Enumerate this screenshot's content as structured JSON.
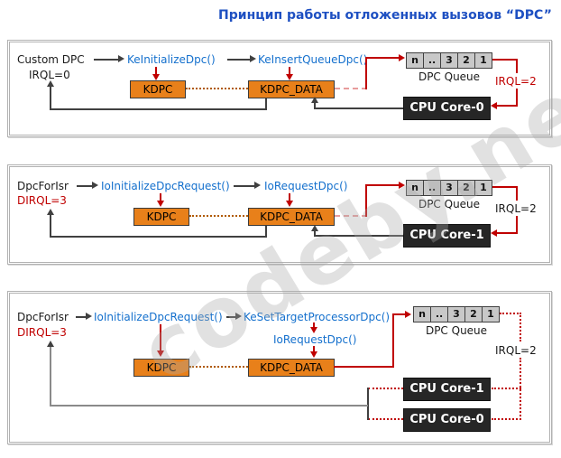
{
  "title": "Принцип работы отложенных вызовов “DPC”",
  "watermark": "codeby.net",
  "queue": {
    "cells": [
      "n",
      "..",
      "3",
      "2",
      "1"
    ],
    "label": "DPC Queue"
  },
  "colors": {
    "title_blue": "#1e50c2",
    "api_blue": "#1470cd",
    "red": "#c00000",
    "orange_box": "#e8801a",
    "dark_line": "#404040",
    "cpu_black": "#262626",
    "queue_cell_gray": "#c8c8c8"
  },
  "panels": [
    {
      "trigger": "Custom DPC",
      "irql": "IRQL=0",
      "call1": "KeInitializeDpc()",
      "call2": "KeInsertQueueDpc()",
      "kdpc": "KDPC",
      "kdpc_data": "KDPC_DATA",
      "queue_irql": "IRQL=2",
      "cpu1": "CPU Core-0"
    },
    {
      "trigger": "DpcForIsr",
      "irql": "DIRQL=3",
      "call1": "IoInitializeDpcRequest()",
      "call2": "IoRequestDpc()",
      "kdpc": "KDPC",
      "kdpc_data": "KDPC_DATA",
      "queue_irql": "IRQL=2",
      "cpu1": "CPU Core-1"
    },
    {
      "trigger": "DpcForIsr",
      "irql": "DIRQL=3",
      "call1": "IoInitializeDpcRequest()",
      "call2": "KeSetTargetProcessorDpc()",
      "call3": "IoRequestDpc()",
      "kdpc": "KDPC",
      "kdpc_data": "KDPC_DATA",
      "queue_irql": "IRQL=2",
      "cpu1": "CPU Core-1",
      "cpu2": "CPU Core-0"
    }
  ]
}
